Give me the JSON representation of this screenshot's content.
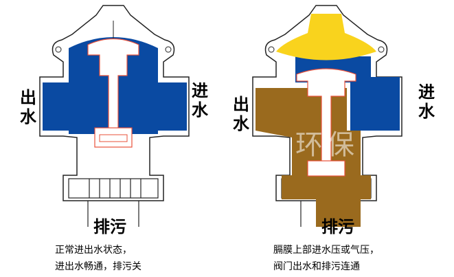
{
  "colors": {
    "water_in": "#0a4aa2",
    "water_out": "#9a6a1e",
    "pressure": "#f9d31d",
    "trim": "#e8503a"
  },
  "left_valve": {
    "outlet_label": "出水",
    "inlet_label": "进水",
    "drain_label": "排污",
    "caption": [
      "正常进出水状态，",
      "进出水畅通，排污关"
    ]
  },
  "right_valve": {
    "outlet_label": "出水",
    "inlet_label": "进水",
    "drain_label": "排污",
    "caption": [
      "膈膜上部进水压或气压，",
      "阀门出水和排污连通"
    ]
  },
  "watermark": "环保"
}
